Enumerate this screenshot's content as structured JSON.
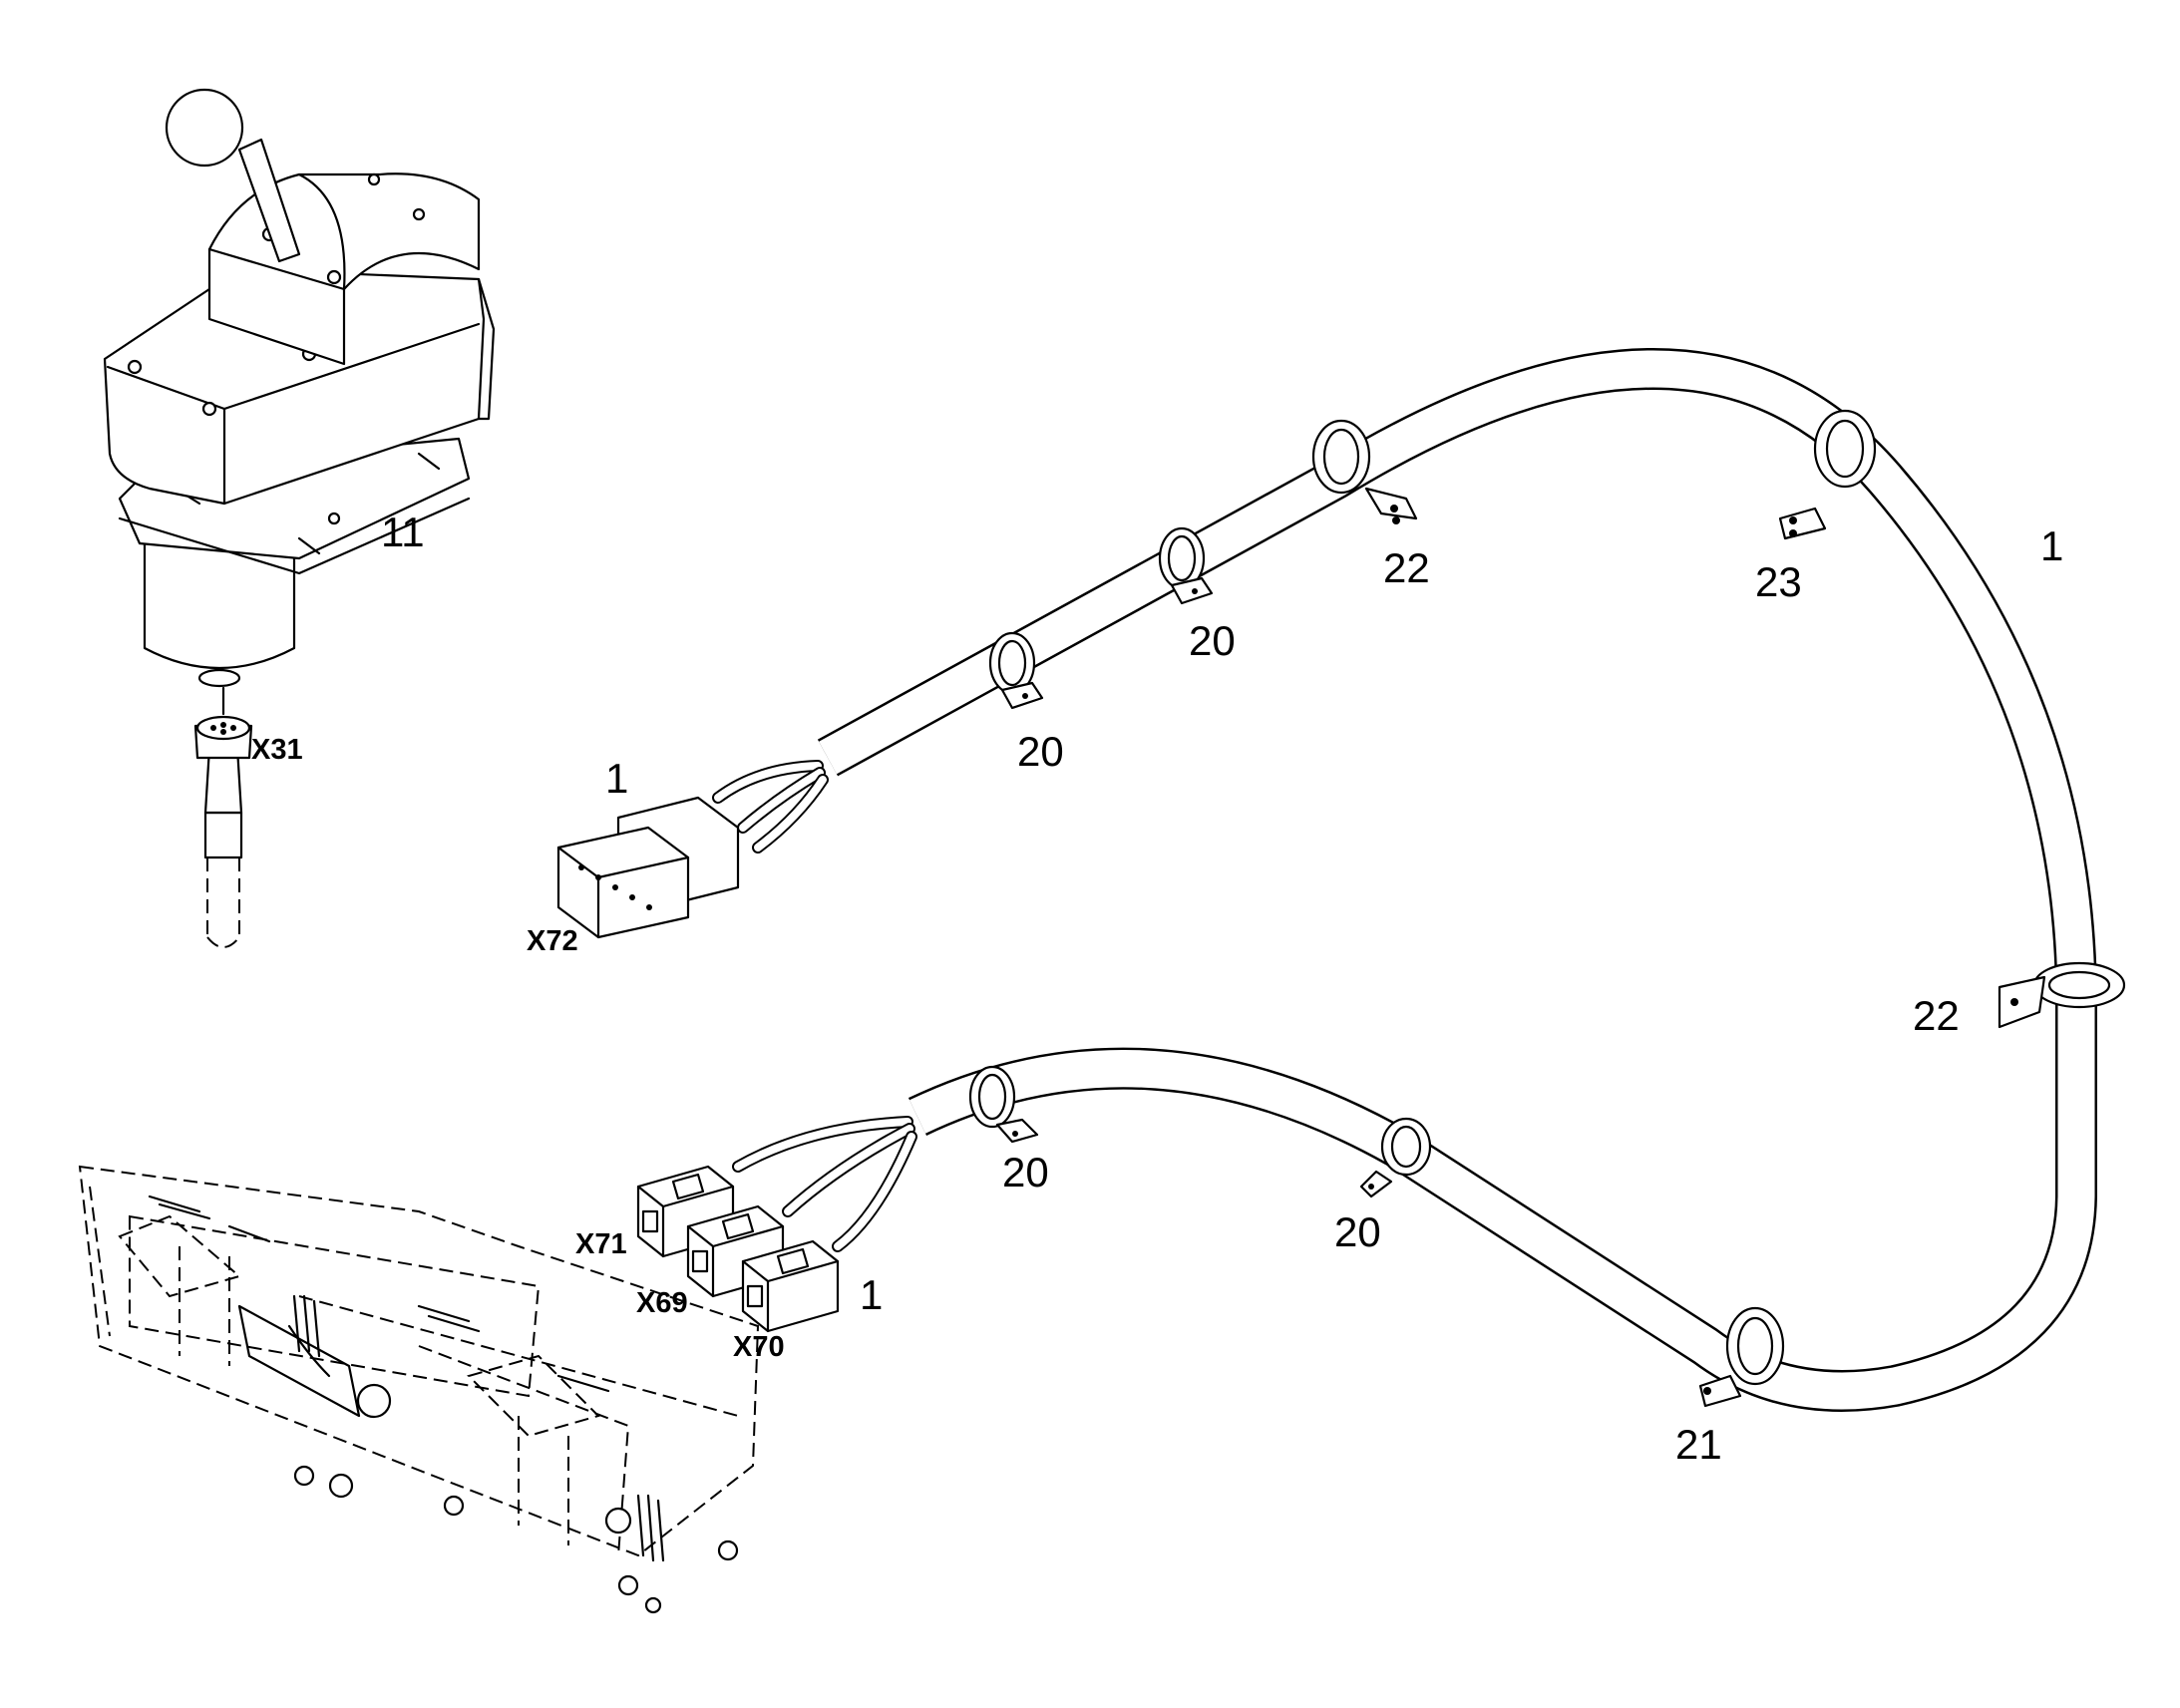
{
  "labels": {
    "l11": "11",
    "l1_cable": "1",
    "l1_x72": "1",
    "l1_x70": "1",
    "l22_top": "22",
    "l23": "23",
    "l20_a": "20",
    "l20_b": "20",
    "l20_c": "20",
    "l20_d": "20",
    "l22_right": "22",
    "l21": "21"
  },
  "connectors": {
    "x31": "X31",
    "x72": "X72",
    "x71": "X71",
    "x69": "X69",
    "x70": "X70"
  }
}
